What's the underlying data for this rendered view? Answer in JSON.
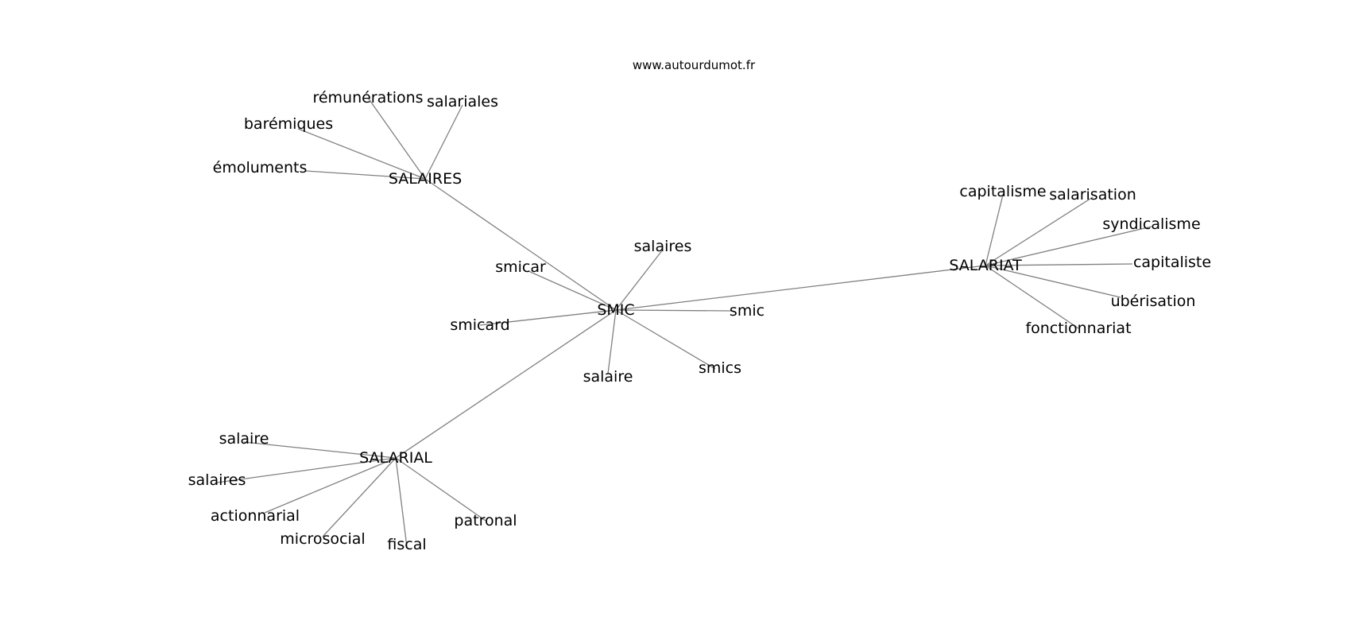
{
  "source_label": "www.autourdumot.fr",
  "graph": {
    "center": {
      "id": "SMIC",
      "label": "SMIC"
    },
    "hubs": [
      {
        "id": "SALAIRES",
        "label": "SALAIRES",
        "leaves": [
          "rémunérations",
          "salariales",
          "barémiques",
          "émoluments"
        ]
      },
      {
        "id": "SALARIAT",
        "label": "SALARIAT",
        "leaves": [
          "capitalisme",
          "salarisation",
          "syndicalisme",
          "capitaliste",
          "ubérisation",
          "fonctionnariat"
        ]
      },
      {
        "id": "SALARIAL",
        "label": "SALARIAL",
        "leaves": [
          "salaire",
          "salaires",
          "actionnarial",
          "microsocial",
          "fiscal",
          "patronal"
        ]
      }
    ],
    "center_leaves": [
      "salaires",
      "smicar",
      "smicard",
      "smic",
      "salaire",
      "smics"
    ]
  }
}
